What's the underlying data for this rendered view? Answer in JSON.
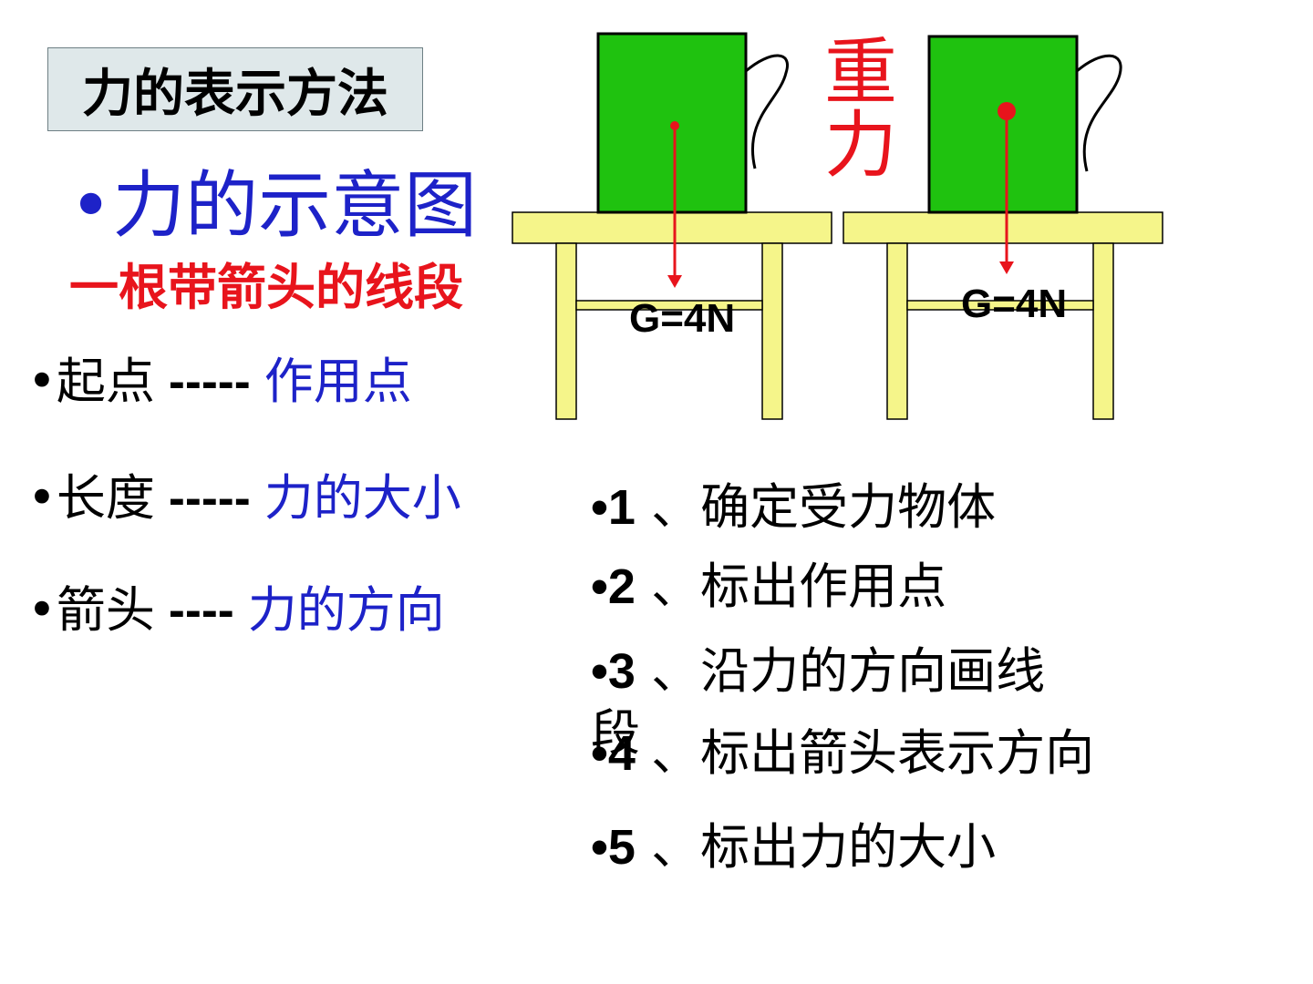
{
  "title": "力的表示方法",
  "heading": "•力的示意图",
  "subheading": "一根带箭头的线段",
  "definitions": [
    {
      "term": "•起点",
      "dash": " ----- ",
      "value": "作用点"
    },
    {
      "term": "•长度",
      "dash": " ----- ",
      "value": "力的大小"
    },
    {
      "term": "•箭头",
      "dash": " ---- ",
      "value": "力的方向"
    }
  ],
  "diagram": {
    "force_name": "重力",
    "label_left": "G=4N",
    "label_right": "G=4N",
    "colors": {
      "box": "#1fc20f",
      "table": "#f5f58a",
      "arrow": "#e8141c",
      "outline": "#000000"
    }
  },
  "steps": [
    {
      "num": "•1",
      "text": " 、确定受力物体"
    },
    {
      "num": "•2",
      "text": " 、标出作用点"
    },
    {
      "num": "•3",
      "text": " 、沿力的方向画线"
    },
    {
      "num": "段",
      "text": ""
    },
    {
      "num": "•4",
      "text": " 、标出箭头表示方向"
    },
    {
      "num": "•5",
      "text": " 、标出力的大小"
    }
  ]
}
